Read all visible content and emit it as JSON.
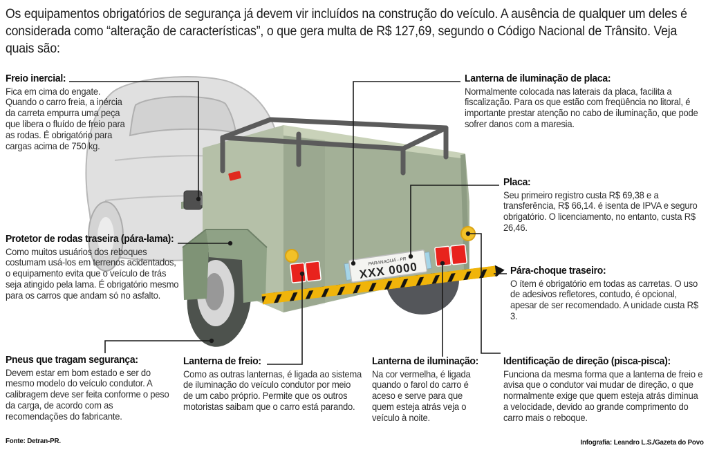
{
  "intro": "Os equipamentos obrigatórios de segurança já devem vir incluídos na construção do veículo. A ausência de qualquer um deles é considerada como “alteração de características”, o que gera multa de R$ 127,69, segundo o Código Nacional de Trânsito. Veja quais são:",
  "callouts": {
    "freio_inercial": {
      "title": "Freio inercial:",
      "body": "Fica em cima do engate. Quando o carro freia, a inércia da carreta empurra uma peça que libera o fluído de freio para as rodas. É obrigatório para cargas acima de 750 kg."
    },
    "lanterna_placa": {
      "title": "Lanterna de iluminação de placa:",
      "body": "Normalmente colocada nas laterais da placa, facilita a fiscalização. Para os que estão com freqüência no litoral, é importante prestar atenção no cabo de iluminação, que pode sofrer danos com a maresia."
    },
    "placa": {
      "title": "Placa:",
      "body": "Seu primeiro registro custa R$ 69,38 e a transferência, R$ 66,14. é isenta de IPVA e seguro obrigatório. O licenciamento, no entanto, custa R$ 26,46."
    },
    "para_choque": {
      "title": "Pára-choque traseiro:",
      "body": "O ítem é obrigatório em todas as carretas. O uso de adesivos refletores, contudo, é opcional, apesar de ser recomendado. A unidade custa R$ 3."
    },
    "protetor": {
      "title": "Protetor de rodas traseira (pára-lama):",
      "body": "Como muitos usuários dos reboques costumam usá-los em terrenos acidentados, o equipamento evita que o veículo de trás seja atingido pela lama. É obrigatório mesmo para os carros que andam só no asfalto."
    },
    "pneus": {
      "title": "Pneus que tragam segurança:",
      "body": "Devem estar em bom estado e ser do mesmo modelo do veículo condutor. A calibragem deve ser feita conforme o peso da carga, de acordo com as recomendações do fabricante."
    },
    "lanterna_freio": {
      "title": "Lanterna de freio:",
      "body": "Como as outras lanternas, é ligada ao sistema de iluminação do veículo condutor por meio de um cabo próprio. Permite que os outros motoristas saibam que o carro está parando."
    },
    "lanterna_iluminacao": {
      "title": "Lanterna de iluminação:",
      "body": "Na cor vermelha, é ligada quando o farol do carro é aceso e serve para que quem esteja atrás veja o veículo à noite."
    },
    "identificacao": {
      "title": "Identificação de direção (pisca-pisca):",
      "body": "Funciona da mesma forma que a lanterna de freio e avisa que o condutor vai mudar de direção, o que normalmente exige que quem esteja atrás diminua a velocidade, devido ao grande comprimento do carro mais o reboque."
    }
  },
  "illustration": {
    "plate_region": "PARANAGUÁ - PR",
    "plate_number": "XXX 0000",
    "colors": {
      "trailer_rear": "#a3b097",
      "trailer_side": "#b5c0a8",
      "trailer_top": "#c9d2b9",
      "fender": "#8fa286",
      "fender_dark": "#7f9376",
      "bumper_yellow": "#f0b40a",
      "stripe_black": "#141414",
      "light_red": "#e8231d",
      "reflector_yellow": "#f2c128",
      "plate_white": "#f4f4f1",
      "plate_blue": "#a5d5e8",
      "tire_dark": "#4d524d",
      "car_gray": "#e0e0e0",
      "rack_gray": "#5b5b5b",
      "line_black": "#1a1a1a"
    }
  },
  "footer": {
    "source": "Fonte: Detran-PR.",
    "credit": "Infografia: Leandro L.S./Gazeta do Povo"
  }
}
